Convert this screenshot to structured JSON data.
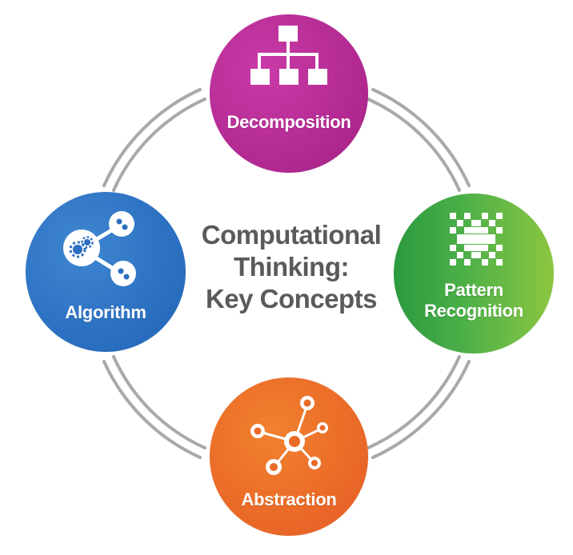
{
  "center": {
    "line1": "Computational",
    "line2": "Thinking:",
    "line3": "Key Concepts"
  },
  "nodes": {
    "decomposition": {
      "label": "Decomposition",
      "icon": "hierarchy-icon",
      "color": "#b0288f"
    },
    "pattern_recognition": {
      "label_line1": "Pattern",
      "label_line2": "Recognition",
      "icon": "pixel-pattern-icon",
      "color": "#4db048"
    },
    "algorithm": {
      "label": "Algorithm",
      "icon": "connected-gears-icon",
      "color": "#2a6fc0"
    },
    "abstraction": {
      "label": "Abstraction",
      "icon": "network-nodes-icon",
      "color": "#ea6a28"
    }
  },
  "ring_color": "#a8a8a8"
}
